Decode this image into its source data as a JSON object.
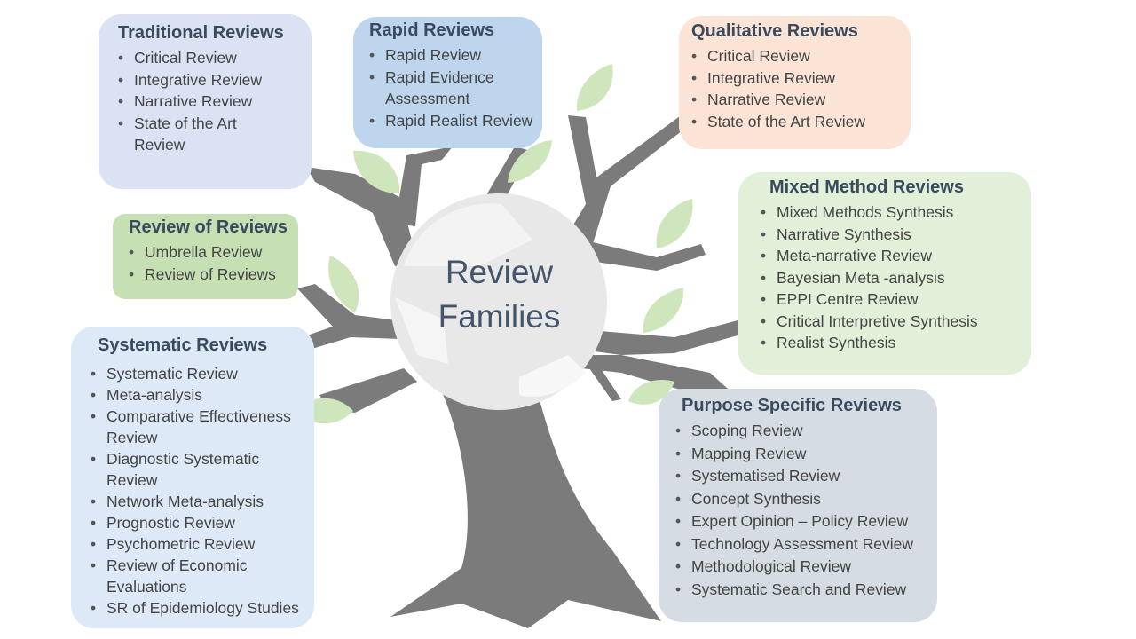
{
  "center": {
    "line1": "Review",
    "line2": "Families"
  },
  "families": {
    "traditional": {
      "title": "Traditional Reviews",
      "items": [
        "Critical Review",
        "Integrative Review",
        "Narrative Review",
        "State of the Art Review"
      ]
    },
    "rapid": {
      "title": "Rapid Reviews",
      "items": [
        "Rapid Review",
        "Rapid Evidence Assessment",
        "Rapid Realist Review"
      ]
    },
    "qualitative": {
      "title": "Qualitative Reviews",
      "items": [
        "Critical Review",
        "Integrative Review",
        "Narrative Review",
        "State of the Art Review"
      ]
    },
    "review_of_reviews": {
      "title": "Review of Reviews",
      "items": [
        "Umbrella Review",
        "Review of Reviews"
      ]
    },
    "mixed": {
      "title": "Mixed Method Reviews",
      "items": [
        "Mixed Methods Synthesis",
        "Narrative Synthesis",
        "Meta-narrative Review",
        "Bayesian Meta -analysis",
        "EPPI Centre Review",
        "Critical Interpretive Synthesis",
        "Realist Synthesis"
      ]
    },
    "systematic": {
      "title": "Systematic Reviews",
      "items": [
        "Systematic Review",
        "Meta-analysis",
        "Comparative Effectiveness Review",
        "Diagnostic Systematic Review",
        "Network Meta-analysis",
        "Prognostic Review",
        "Psychometric Review",
        "Review of Economic Evaluations",
        "SR of Epidemiology Studies"
      ]
    },
    "purpose": {
      "title": "Purpose Specific Reviews",
      "items": [
        "Scoping Review",
        "Mapping Review",
        "Systematised Review",
        "Concept Synthesis",
        "Expert Opinion – Policy Review",
        "Technology Assessment Review",
        "Methodological Review",
        "Systematic Search and Review"
      ]
    }
  },
  "colors": {
    "trunk": "#7b7b7b",
    "leaf": "#cfe6bd",
    "traditional": "#dbe2f3",
    "rapid": "#bdd6ee",
    "qualitative": "#fbe4d5",
    "review_of_reviews": "#c6e0b4",
    "mixed": "#e2efd9",
    "systematic": "#dde9f6",
    "purpose": "#d6dce4"
  }
}
